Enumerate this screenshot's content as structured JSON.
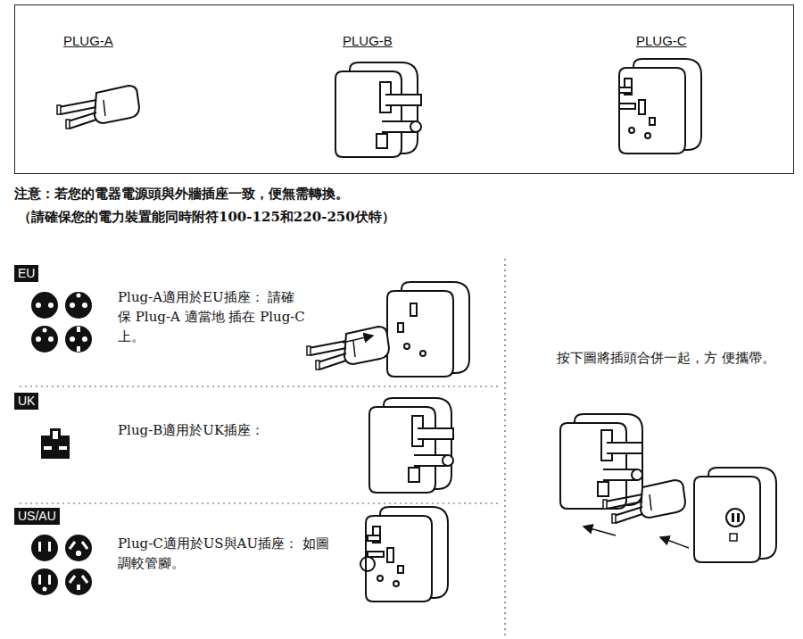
{
  "diagram": {
    "nodes": [
      {
        "text": [
          "PLUG-A",
          "PLUG-B",
          "PLUG-C"
        ]
      },
      {
        "text": [
          "EU"
        ]
      },
      {
        "text": [
          "UK"
        ]
      },
      {
        "text": [
          "US/AU"
        ]
      }
    ],
    "labels": [
      "注意：若您的電器電源頭與外牆插座一致，便無需轉換。",
      "（請確保您的電力裝置能同時附符100-125和220-250伏特）",
      "Plug-A適用於EU插座： 請確保 Plug-A 適當地 插在 Plug-C 上。",
      "Plug-B適用於UK插座：",
      "Plug-C適用於US與AU插座： 如圖調較管腳。",
      "按下圖將插頭合併一起，方 便攜帶。"
    ]
  }
}
